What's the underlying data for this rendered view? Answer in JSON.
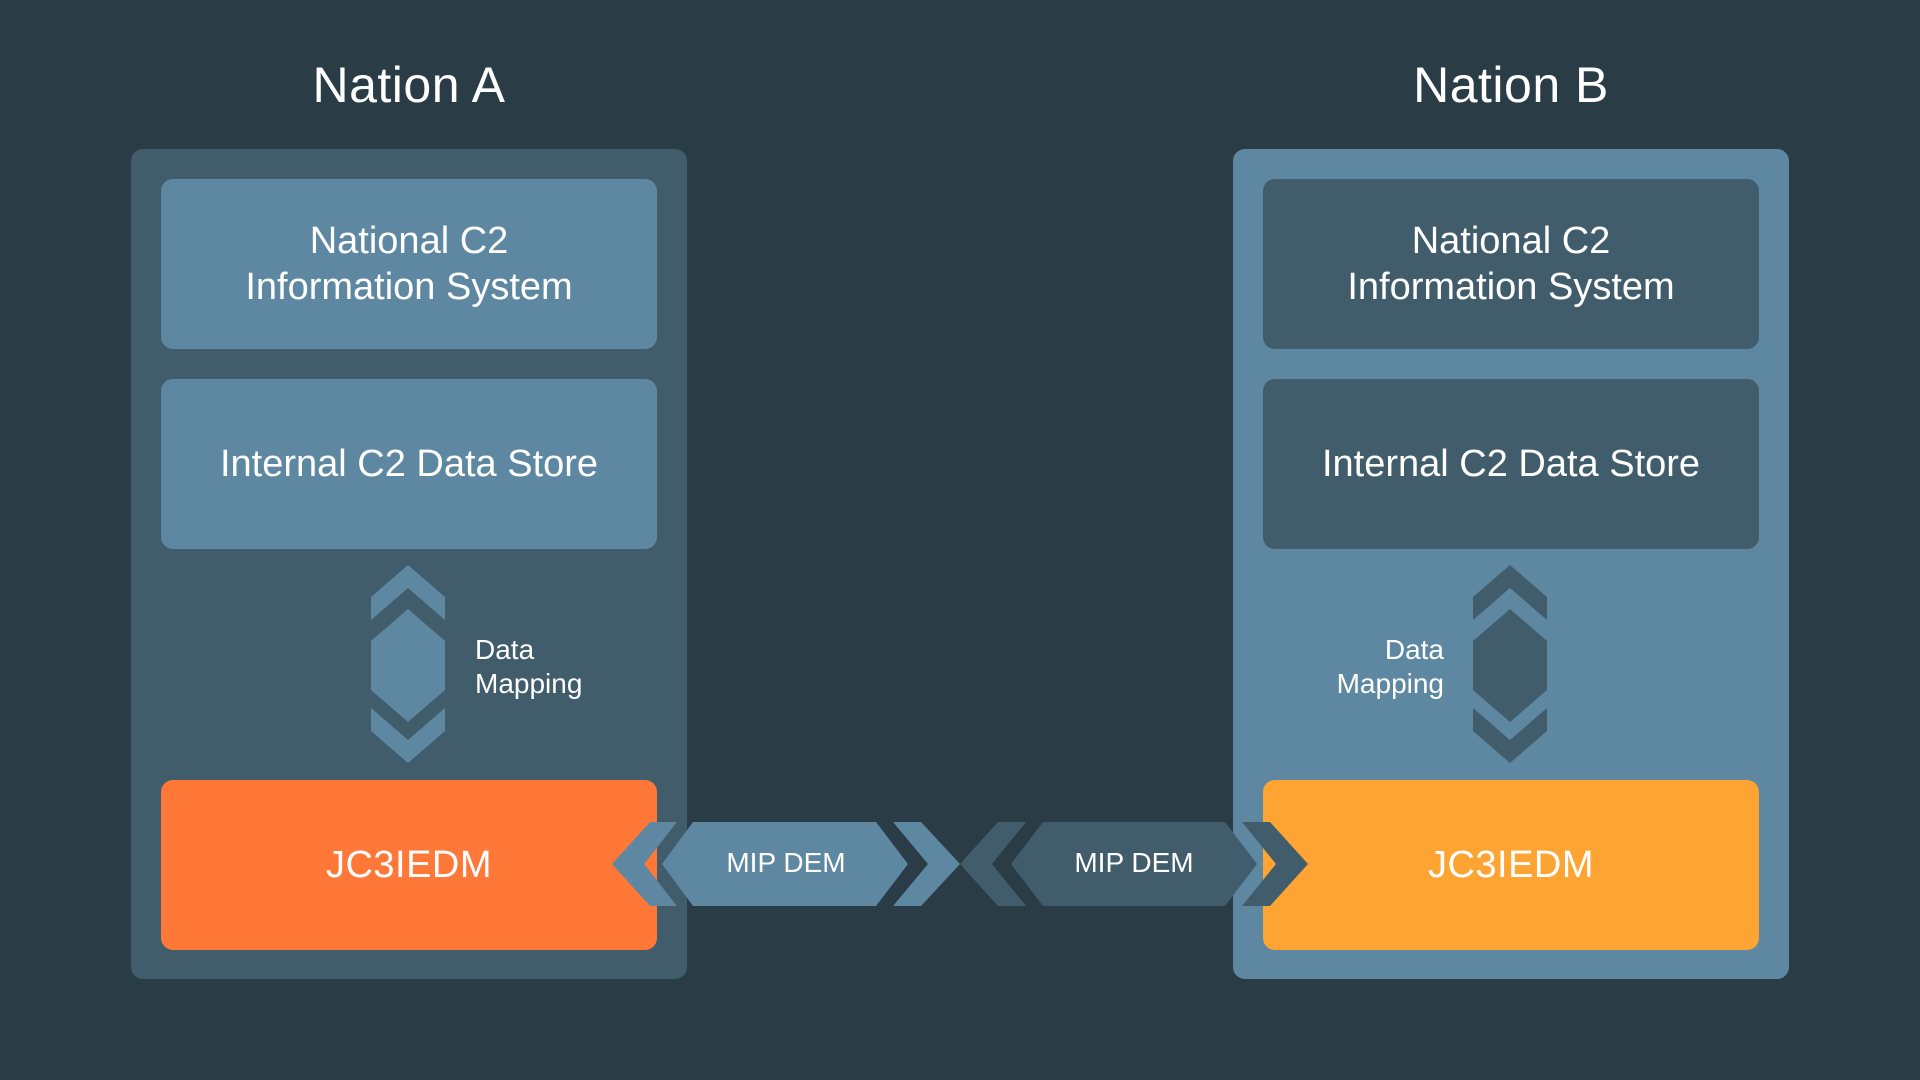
{
  "colors": {
    "background": "#2a3c46",
    "panel_dark": "#415d6c",
    "panel_light": "#5e87a1",
    "box_light": "#5e87a1",
    "box_dark": "#415d6c",
    "jc3iedm_a": "#ff7838",
    "jc3iedm_b": "#fda433",
    "arrow_light": "#5e87a1",
    "arrow_dark": "#415d6c"
  },
  "nation_a": {
    "title": "Nation A",
    "info_system": [
      "National C2",
      "Information System"
    ],
    "data_store": "Internal C2 Data Store",
    "mapping": [
      "Data",
      "Mapping"
    ],
    "model": "JC3IEDM"
  },
  "nation_b": {
    "title": "Nation B",
    "info_system": [
      "National C2",
      "Information System"
    ],
    "data_store": "Internal C2 Data Store",
    "mapping": [
      "Data",
      "Mapping"
    ],
    "model": "JC3IEDM"
  },
  "exchange": {
    "left_label": "MIP DEM",
    "right_label": "MIP DEM"
  }
}
